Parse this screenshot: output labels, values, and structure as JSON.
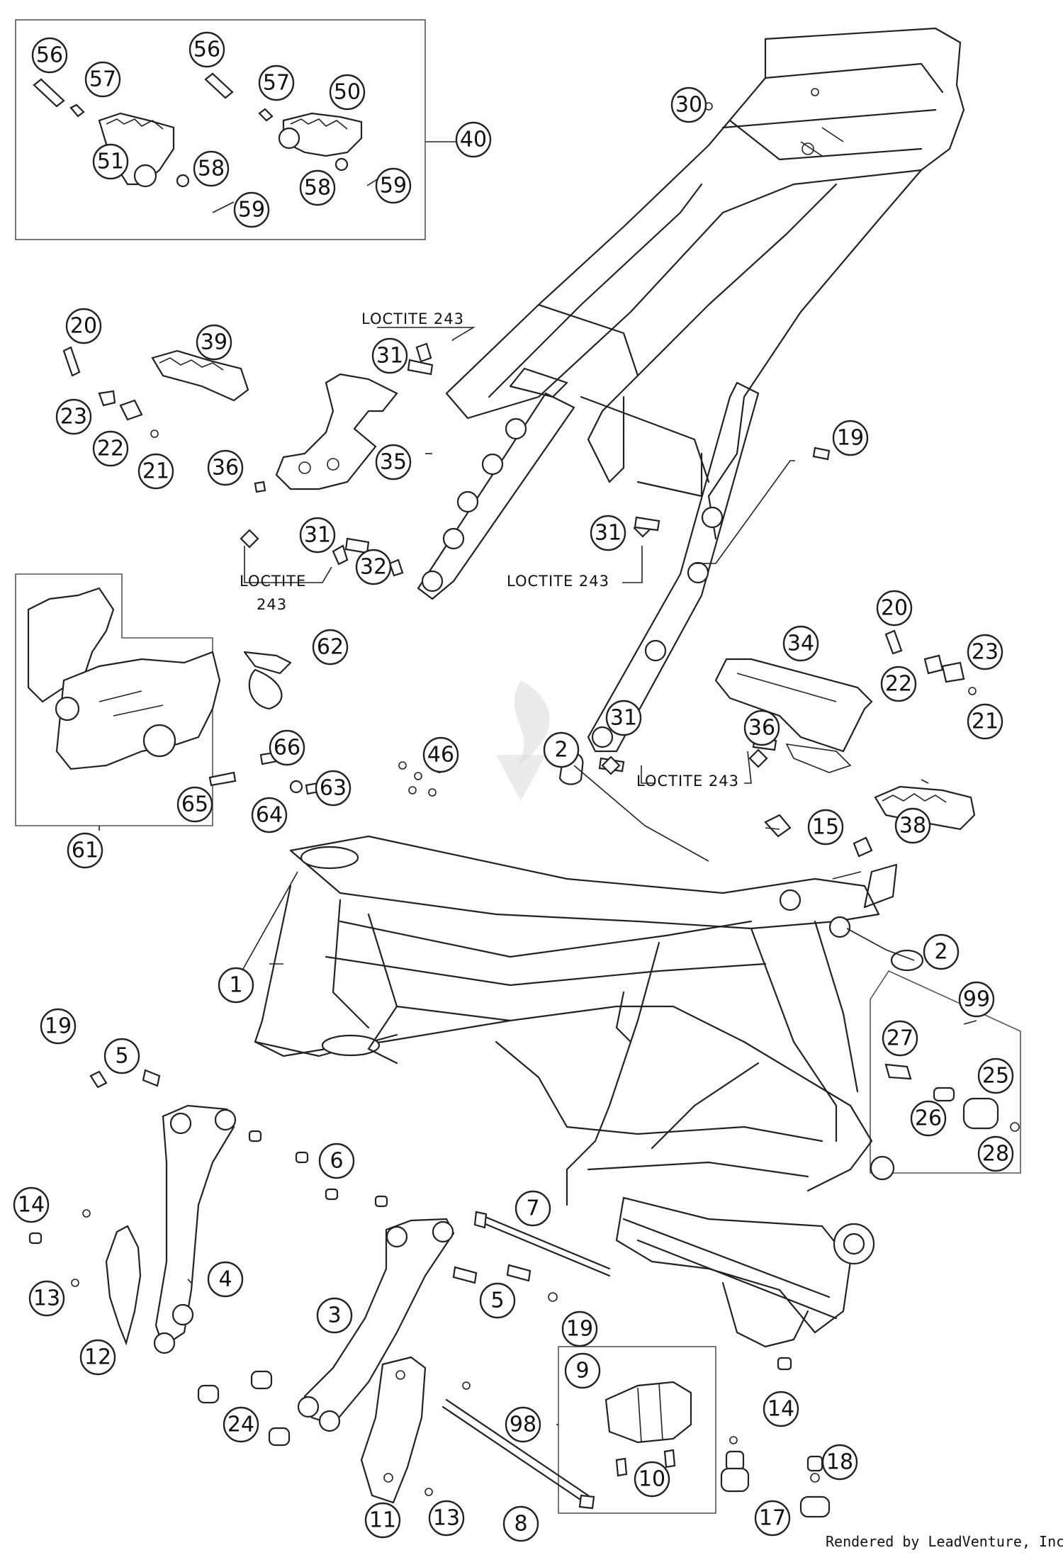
{
  "callouts": [
    {
      "label": "56"
    },
    {
      "label": "57"
    },
    {
      "label": "51"
    },
    {
      "label": "58"
    },
    {
      "label": "59"
    },
    {
      "label": "56"
    },
    {
      "label": "57"
    },
    {
      "label": "50"
    },
    {
      "label": "58"
    },
    {
      "label": "59"
    },
    {
      "label": "40"
    },
    {
      "label": "30"
    },
    {
      "label": "20"
    },
    {
      "label": "39"
    },
    {
      "label": "23"
    },
    {
      "label": "22"
    },
    {
      "label": "21"
    },
    {
      "label": "36"
    },
    {
      "label": "35"
    },
    {
      "label": "31"
    },
    {
      "label": "31"
    },
    {
      "label": "32"
    },
    {
      "label": "31"
    },
    {
      "label": "19"
    },
    {
      "label": "62"
    },
    {
      "label": "66"
    },
    {
      "label": "63"
    },
    {
      "label": "64"
    },
    {
      "label": "65"
    },
    {
      "label": "61"
    },
    {
      "label": "34"
    },
    {
      "label": "20"
    },
    {
      "label": "22"
    },
    {
      "label": "23"
    },
    {
      "label": "21"
    },
    {
      "label": "31"
    },
    {
      "label": "36"
    },
    {
      "label": "38"
    },
    {
      "label": "2"
    },
    {
      "label": "46"
    },
    {
      "label": "15"
    },
    {
      "label": "2"
    },
    {
      "label": "1"
    },
    {
      "label": "99"
    },
    {
      "label": "27"
    },
    {
      "label": "25"
    },
    {
      "label": "26"
    },
    {
      "label": "28"
    },
    {
      "label": "19"
    },
    {
      "label": "5"
    },
    {
      "label": "6"
    },
    {
      "label": "14"
    },
    {
      "label": "4"
    },
    {
      "label": "13"
    },
    {
      "label": "12"
    },
    {
      "label": "7"
    },
    {
      "label": "5"
    },
    {
      "label": "19"
    },
    {
      "label": "3"
    },
    {
      "label": "24"
    },
    {
      "label": "9"
    },
    {
      "label": "98"
    },
    {
      "label": "14"
    },
    {
      "label": "10"
    },
    {
      "label": "18"
    },
    {
      "label": "11"
    },
    {
      "label": "13"
    },
    {
      "label": "8"
    },
    {
      "label": "17"
    }
  ],
  "notes": [
    {
      "text": "LOCTITE 243"
    },
    {
      "text": "LOCTITE"
    },
    {
      "text": "243"
    },
    {
      "text": "LOCTITE 243"
    },
    {
      "text": "LOCTITE 243"
    }
  ],
  "footer": {
    "text": "Rendered by LeadVenture, Inc."
  }
}
